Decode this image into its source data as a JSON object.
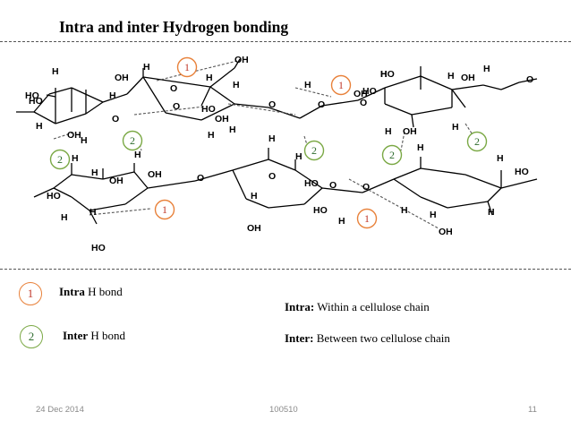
{
  "slide": {
    "title": "Intra and inter Hydrogen bonding",
    "footer": {
      "date": "24 Dec 2014",
      "id": "100510",
      "page": "11"
    }
  },
  "legend": {
    "intra": {
      "num": "1",
      "label_bold": "Intra",
      "label_rest": " H bond"
    },
    "inter": {
      "num": "2",
      "label_bold": "Inter",
      "label_rest": " H bond"
    }
  },
  "definitions": {
    "intra": {
      "term": "Intra:",
      "text": " Within a cellulose chain"
    },
    "inter": {
      "term": "Inter:",
      "text": " Between two cellulose chain"
    }
  },
  "diagram": {
    "markers": [
      {
        "num": "1",
        "type": "intra"
      },
      {
        "num": "1",
        "type": "intra"
      },
      {
        "num": "1",
        "type": "intra"
      },
      {
        "num": "1",
        "type": "intra"
      },
      {
        "num": "2",
        "type": "inter"
      },
      {
        "num": "2",
        "type": "inter"
      },
      {
        "num": "2",
        "type": "inter"
      },
      {
        "num": "2",
        "type": "inter"
      },
      {
        "num": "2",
        "type": "inter"
      }
    ],
    "atoms": [
      "H",
      "OH",
      "HO",
      "O",
      "OH",
      "H",
      "H",
      "HO",
      "OH",
      "H",
      "O",
      "H",
      "H",
      "O",
      "H",
      "HO",
      "H",
      "O",
      "H",
      "OH",
      "H",
      "O",
      "OH",
      "HO",
      "OH",
      "H",
      "H",
      "HO",
      "O",
      "H",
      "OH",
      "H",
      "H",
      "O",
      "O",
      "H",
      "HO",
      "H",
      "OH",
      "H",
      "OH",
      "H",
      "H",
      "HO",
      "H",
      "O",
      "H",
      "H",
      "OH",
      "O",
      "HO",
      "HO",
      "H",
      "OH",
      "H",
      "O",
      "H",
      "HO",
      "H",
      "H",
      "H"
    ]
  }
}
